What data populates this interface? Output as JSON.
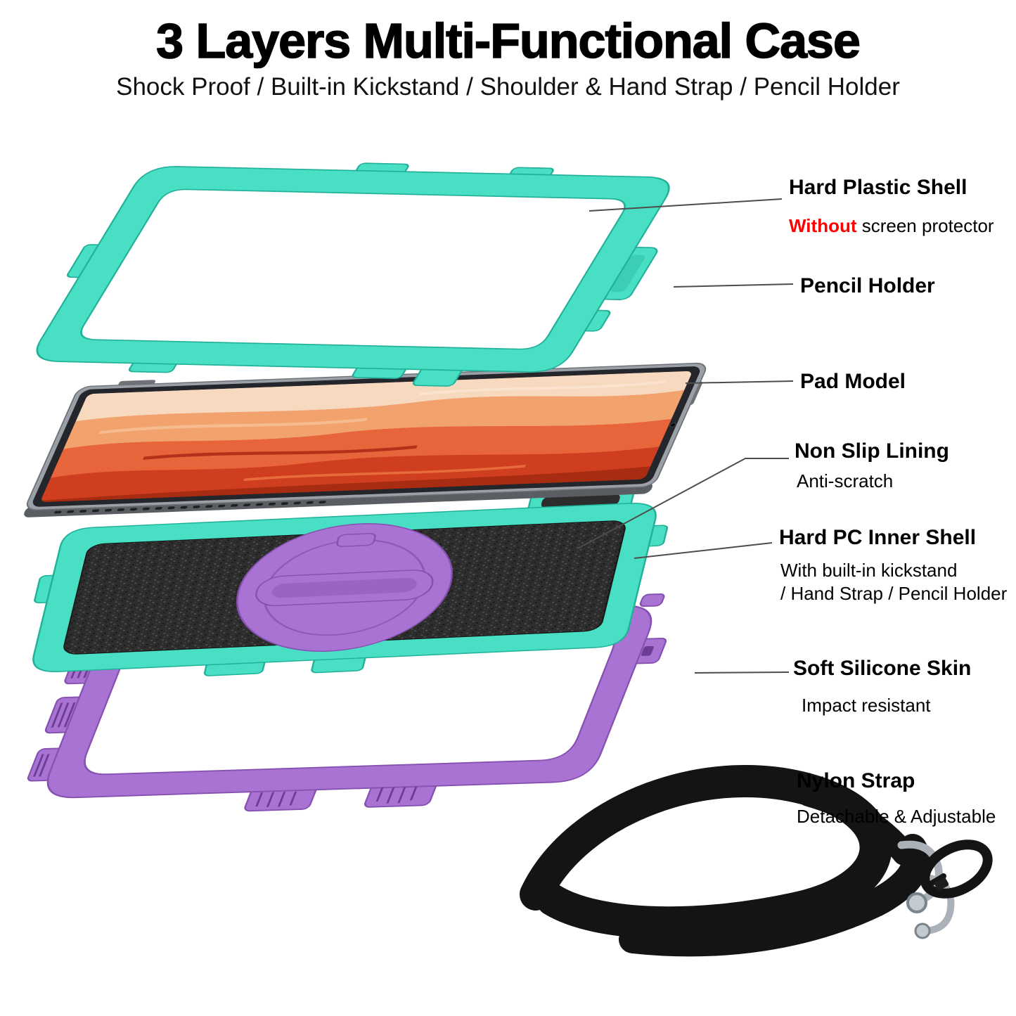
{
  "header": {
    "title": "3 Layers Multi-Functional Case",
    "subtitle": "Shock Proof / Built-in Kickstand / Shoulder & Hand Strap / Pencil Holder"
  },
  "callouts": {
    "hard_plastic_shell": {
      "title": "Hard Plastic Shell",
      "highlight": "Without",
      "rest": " screen protector"
    },
    "pencil_holder": {
      "title": "Pencil Holder"
    },
    "pad_model": {
      "title": "Pad Model"
    },
    "non_slip_lining": {
      "title": "Non Slip Lining",
      "sub": "Anti-scratch"
    },
    "hard_pc_inner_shell": {
      "title": "Hard PC Inner Shell",
      "sub1": "With built-in kickstand",
      "sub2": "/ Hand Strap / Pencil Holder"
    },
    "soft_silicone_skin": {
      "title": "Soft Silicone Skin",
      "sub": "Impact resistant"
    },
    "nylon_strap": {
      "title": "Nylon Strap",
      "sub": "Detachable & Adjustable"
    }
  },
  "colors": {
    "teal": "#49DFC5",
    "teal_dark": "#21B098",
    "purple": "#A873D3",
    "purple_dark": "#8751B1",
    "purple_deep": "#6C3D95",
    "lining": "#2D2D2D",
    "tablet_rim": "#9AA0A6",
    "tablet_rim_dark": "#6E7277",
    "tablet_bezel": "#24262B",
    "tablet_side": "#5A5E63",
    "strap": "#141414",
    "metal": "#AAB1B8",
    "leader": "#4D4D4D",
    "accent_red": "#FF0000",
    "background": "#FFFFFF",
    "text": "#000000"
  }
}
